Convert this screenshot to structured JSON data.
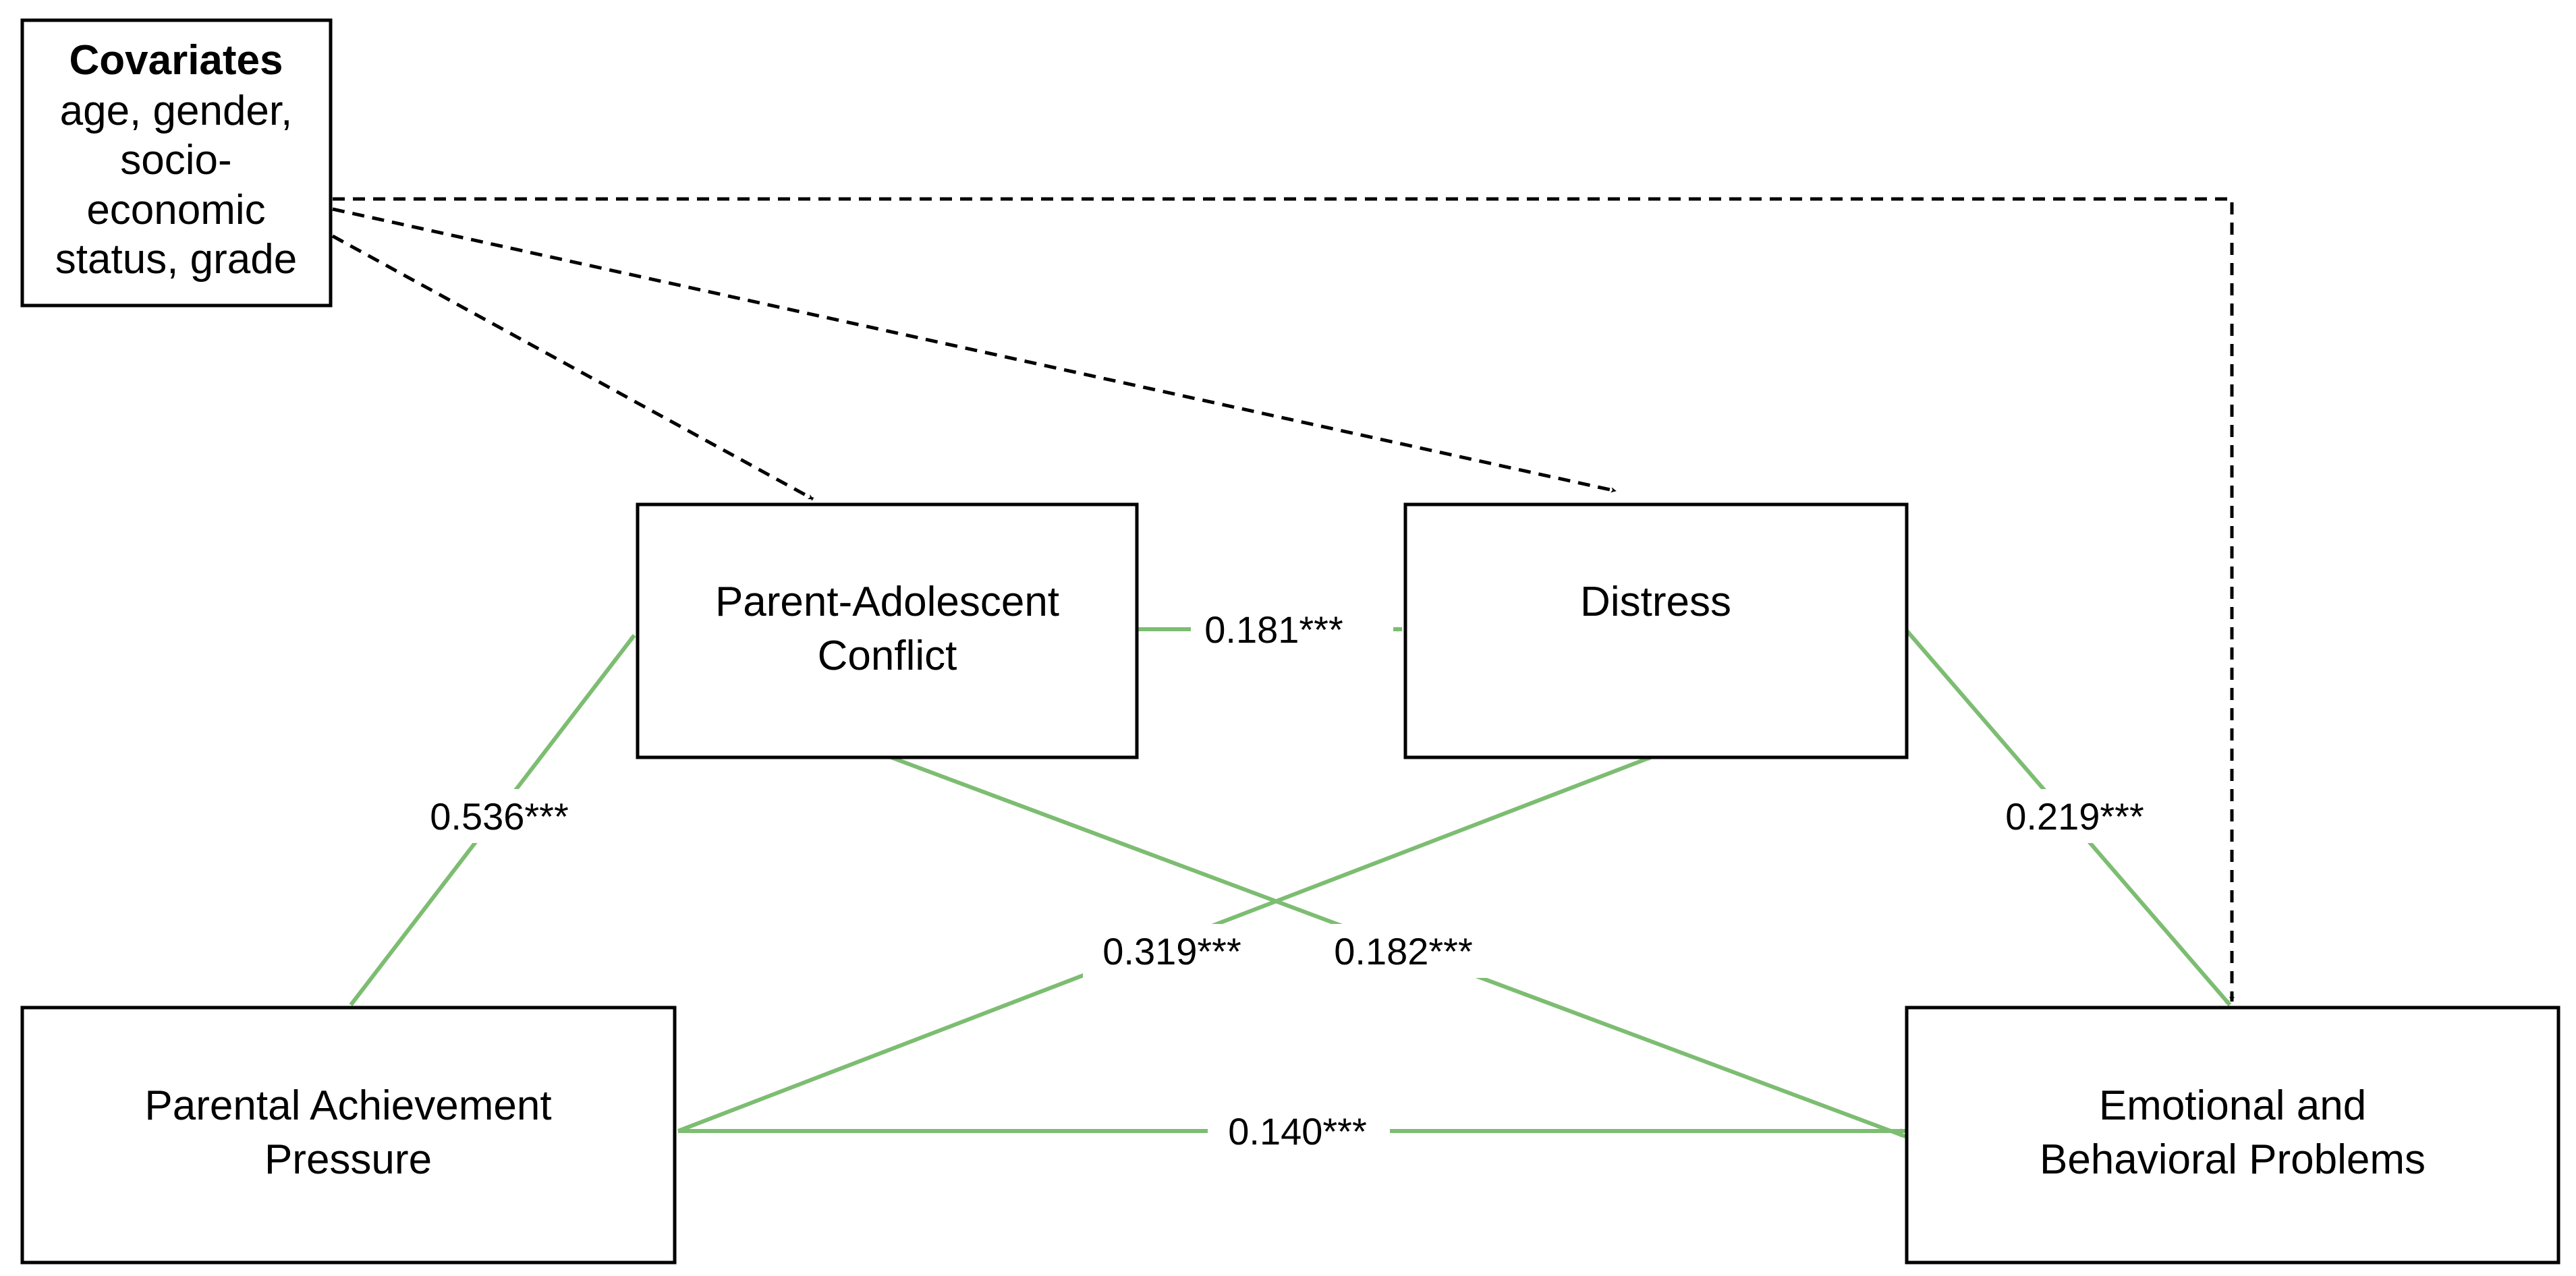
{
  "colors": {
    "path": "#7dbd72",
    "covariate_path": "#000000",
    "box_border": "#000000"
  },
  "nodes": {
    "covariates": {
      "title": "Covariates",
      "lines": [
        "age, gender,",
        "socio-",
        "economic",
        "status, grade"
      ]
    },
    "conflict": {
      "lines": [
        "Parent-Adolescent",
        "Conflict"
      ]
    },
    "distress": {
      "lines": [
        "Distress"
      ]
    },
    "pressure": {
      "lines": [
        "Parental Achievement",
        "Pressure"
      ]
    },
    "problems": {
      "lines": [
        "Emotional and",
        "Behavioral Problems"
      ]
    }
  },
  "paths": {
    "pressure_to_conflict": "0.536***",
    "conflict_to_distress": "0.181***",
    "distress_to_problems": "0.219***",
    "pressure_to_distress": "0.319***",
    "conflict_to_problems": "0.182***",
    "pressure_to_problems": "0.140***"
  }
}
